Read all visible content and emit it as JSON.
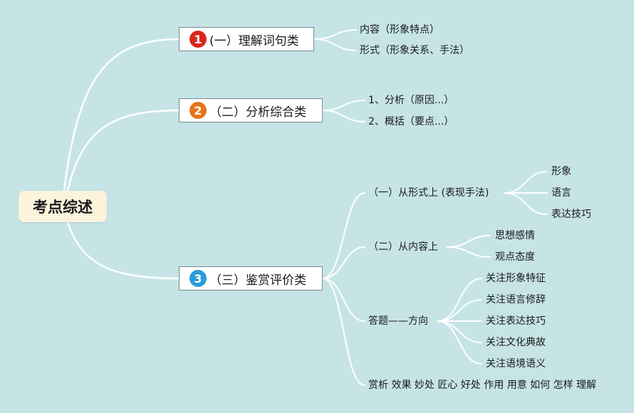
{
  "root": {
    "label": "考点综述"
  },
  "branches": [
    {
      "badge": "1",
      "badge_color": "#d9261c",
      "label": "(一）理解词句类",
      "leaves": [
        "内容（形象特点）",
        "形式（形象关系、手法）"
      ]
    },
    {
      "badge": "2",
      "badge_color": "#e8741e",
      "label": "（二）分析综合类",
      "leaves": [
        "1、分析（原因...）",
        "2、概括（要点...）"
      ]
    },
    {
      "badge": "3",
      "badge_color": "#2a9bd8",
      "label": "（三）鉴赏评价类",
      "subs": [
        {
          "label": "（一）从形式上 (表现手法)",
          "leaves": [
            "形象",
            "语言",
            "表达技巧"
          ]
        },
        {
          "label": "（二）从内容上",
          "leaves": [
            "思想感情",
            "观点态度"
          ]
        },
        {
          "label": "答题——方向",
          "leaves": [
            "关注形象特征",
            "关注语言修辞",
            "关注表达技巧",
            "关注文化典故",
            "关注语境语义"
          ]
        },
        {
          "label": "赏析 效果 妙处 匠心 好处 作用 用意 如何 怎样 理解"
        }
      ]
    }
  ],
  "colors": {
    "background": "#c6e4e6",
    "connector": "#ffffff",
    "root_fill": "#fbf3dc"
  }
}
